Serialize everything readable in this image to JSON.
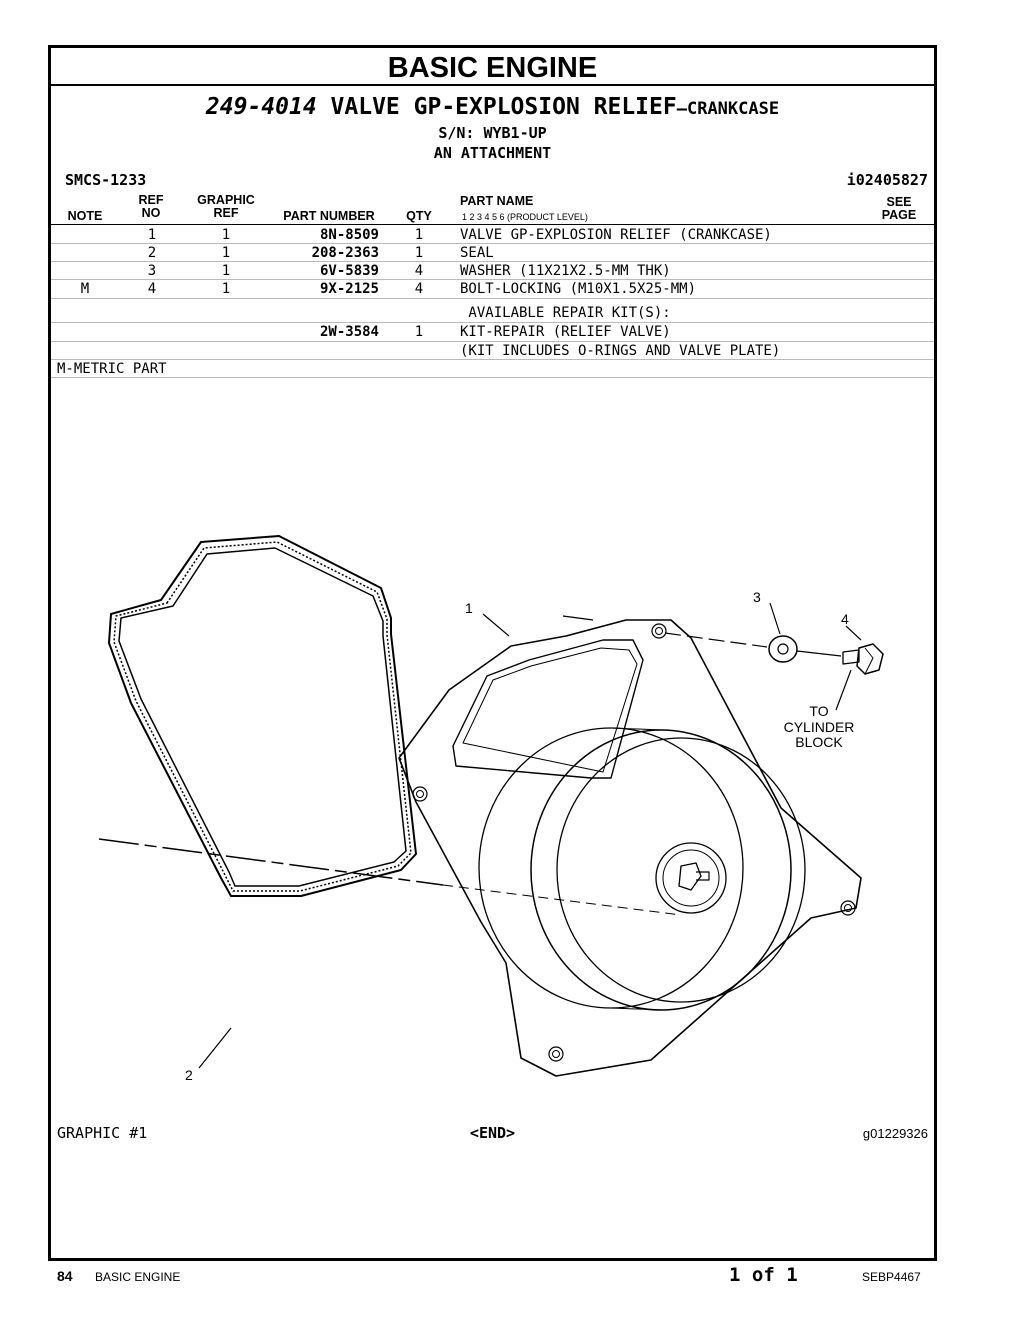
{
  "banner": "BASIC ENGINE",
  "heading": {
    "part_number": "249-4014",
    "title": "VALVE GP-EXPLOSION RELIEF",
    "suffix": "—CRANKCASE",
    "serial": "S/N: WYB1-UP",
    "attachment": "AN ATTACHMENT",
    "smcs": "SMCS-1233",
    "doc_id": "i02405827"
  },
  "table": {
    "headers": {
      "note": "NOTE",
      "ref_no_1": "REF",
      "ref_no_2": "NO",
      "graphic_ref_1": "GRAPHIC",
      "graphic_ref_2": "REF",
      "part_number": "PART NUMBER",
      "qty": "QTY",
      "part_name": "PART NAME",
      "product_level": "1   2   3   4   5   6   (PRODUCT LEVEL)",
      "see_page_1": "SEE",
      "see_page_2": "PAGE"
    },
    "rows": [
      {
        "note": "",
        "ref": "1",
        "gref": "1",
        "pn": "8N-8509",
        "qty": "1",
        "name": "VALVE GP-EXPLOSION RELIEF (CRANKCASE)"
      },
      {
        "note": "",
        "ref": "2",
        "gref": "1",
        "pn": "208-2363",
        "qty": "1",
        "name": "SEAL"
      },
      {
        "note": "",
        "ref": "3",
        "gref": "1",
        "pn": "6V-5839",
        "qty": "4",
        "name": "WASHER (11X21X2.5-MM THK)"
      },
      {
        "note": "M",
        "ref": "4",
        "gref": "1",
        "pn": "9X-2125",
        "qty": "4",
        "name": "BOLT-LOCKING (M10X1.5X25-MM)"
      }
    ],
    "repair_kit_heading": " AVAILABLE REPAIR KIT(S):",
    "kit_row": {
      "pn": "2W-3584",
      "qty": "1",
      "name": "KIT-REPAIR (RELIEF VALVE)"
    },
    "kit_note": "(KIT INCLUDES O-RINGS AND VALVE PLATE)",
    "legend": "M-METRIC PART"
  },
  "graphic": {
    "callouts": [
      "1",
      "2",
      "3",
      "4"
    ],
    "to_label_1": "TO",
    "to_label_2": "CYLINDER",
    "to_label_3": "BLOCK",
    "label": "GRAPHIC #1",
    "end": "<END>",
    "id": "g01229326"
  },
  "footer": {
    "page": "84",
    "section": "BASIC ENGINE",
    "count": "1 of 1",
    "doc": "SEBP4467"
  }
}
